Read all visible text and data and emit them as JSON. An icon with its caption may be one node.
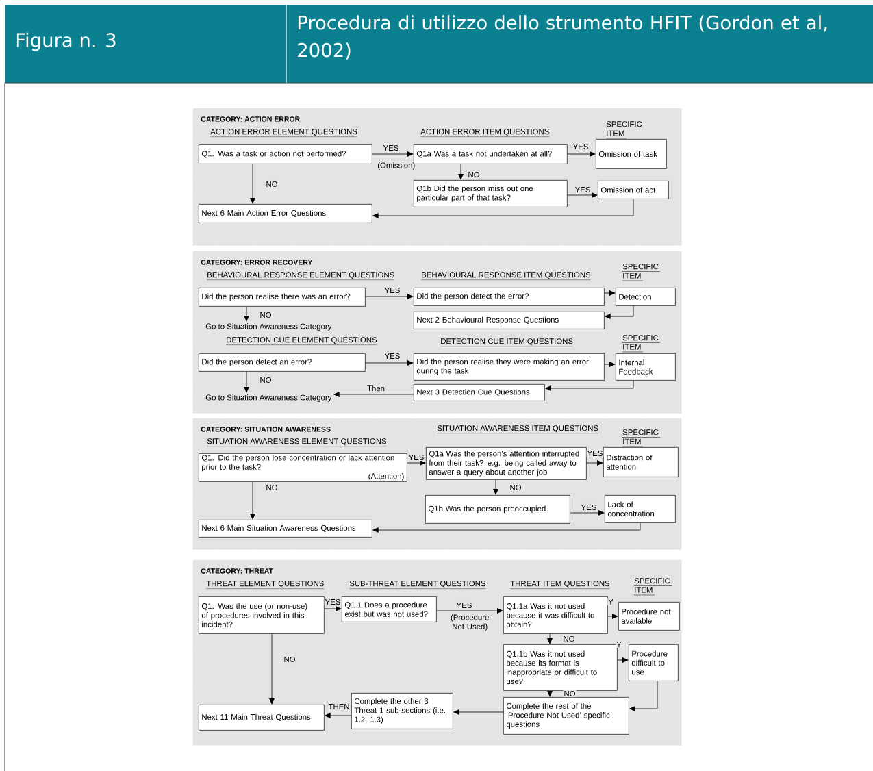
{
  "diagram": {
    "title": "Procedura di utilizzo dello strumento HFIT (Gordon et al, 2002)",
    "nodes": [
      {
        "text": [
          "CATEGORY: ACTION ERROR"
        ]
      },
      {
        "text": [
          "Q1. Was a task or action not performed?"
        ],
        "in": 0
      },
      {
        "text": [
          "Q1a Was a task not undertaken at all?"
        ],
        "in": 0
      },
      {
        "text": [
          "Omission of task"
        ],
        "in": 0
      },
      {
        "text": [
          "Q1b Did the person miss out one particular part of that task?"
        ],
        "in": 0
      },
      {
        "text": [
          "Omission of act"
        ],
        "in": 0
      },
      {
        "text": [
          "Next 6 Main Action Error Questions"
        ],
        "in": 0
      },
      {
        "text": [
          "CATEGORY: ERROR RECOVERY"
        ]
      },
      {
        "text": [
          "Did the person realise there was an error?"
        ],
        "in": 7
      },
      {
        "text": [
          "Did the person detect the error?"
        ],
        "in": 7
      },
      {
        "text": [
          "Detection"
        ],
        "in": 7
      },
      {
        "text": [
          "Next 2 Behavioural Response Questions"
        ],
        "in": 7
      },
      {
        "text": [
          "Go to Situation Awareness Category"
        ],
        "in": 7
      },
      {
        "text": [
          "Did the person detect an error?"
        ],
        "in": 7
      },
      {
        "text": [
          "Did the person realise they were making an error during the task"
        ],
        "in": 7
      },
      {
        "text": [
          "Internal Feedback"
        ],
        "in": 7
      },
      {
        "text": [
          "Next 3 Detection Cue Questions"
        ],
        "in": 7
      },
      {
        "text": [
          "Go to Situation Awareness Category"
        ],
        "in": 7
      },
      {
        "text": [
          "CATEGORY: SITUATION AWARENESS"
        ]
      },
      {
        "text": [
          "Q1. Did the person lose concentration or lack attention prior to the task?",
          "(Attention)"
        ],
        "in": 18
      },
      {
        "text": [
          "Q1a Was the person’s attention interrupted from their task? e.g. being called away to answer a query about another job"
        ],
        "in": 18
      },
      {
        "text": [
          "Distraction of attention"
        ],
        "in": 18
      },
      {
        "text": [
          "Q1b Was the person preoccupied"
        ],
        "in": 18
      },
      {
        "text": [
          "Lack of concentration"
        ],
        "in": 18
      },
      {
        "text": [
          "Next 6 Main Situation Awareness Questions"
        ],
        "in": 18
      },
      {
        "text": [
          "CATEGORY: THREAT"
        ]
      },
      {
        "text": [
          "Q1. Was the use (or non-use) of procedures involved in this incident?"
        ],
        "in": 25
      },
      {
        "text": [
          "Q1.1 Does a procedure exist but was not used?"
        ],
        "in": 25
      },
      {
        "text": [
          "Q1.1a Was it not used because it was difficult to obtain?"
        ],
        "in": 25
      },
      {
        "text": [
          "Procedure not available"
        ],
        "in": 25
      },
      {
        "text": [
          "Q1.1b Was it not used because its format is inappropriate or difficult to use?"
        ],
        "in": 25
      },
      {
        "text": [
          "Procedure difficult to use"
        ],
        "in": 25
      },
      {
        "text": [
          "Complete the rest of the ‘Procedure Not Used’ specific questions"
        ],
        "in": 25
      },
      {
        "text": [
          "Complete the other 3 Threat 1 sub-sections (i.e. 1.2, 1.3)"
        ],
        "in": 25
      },
      {
        "text": [
          "Next 11 Main Threat Questions"
        ],
        "in": 25
      }
    ],
    "edges": [
      {
        "from": 1,
        "to": 2,
        "arrow": "to",
        "label": "YES"
      },
      {
        "from": 2,
        "to": 3,
        "arrow": "to",
        "label": "YES"
      },
      {
        "from": 2,
        "to": 4,
        "arrow": "to",
        "label": "NO"
      },
      {
        "from": 4,
        "to": 5,
        "arrow": "to",
        "label": "YES"
      },
      {
        "from": 5,
        "to": 6,
        "arrow": "to"
      },
      {
        "from": 1,
        "to": 6,
        "arrow": "to",
        "label": "NO"
      },
      {
        "from": 8,
        "to": 9,
        "arrow": "to",
        "label": "YES"
      },
      {
        "from": 9,
        "to": 10,
        "arrow": "to"
      },
      {
        "from": 10,
        "to": 11,
        "arrow": "to"
      },
      {
        "from": 8,
        "to": 12,
        "arrow": "to",
        "label": "NO"
      },
      {
        "from": 13,
        "to": 14,
        "arrow": "to",
        "label": "YES"
      },
      {
        "from": 14,
        "to": 15,
        "arrow": "to"
      },
      {
        "from": 15,
        "to": 16,
        "arrow": "to"
      },
      {
        "from": 16,
        "to": 17,
        "arrow": "to",
        "label": "Then"
      },
      {
        "from": 13,
        "to": 17,
        "arrow": "to",
        "label": "NO"
      },
      {
        "from": 19,
        "to": 20,
        "arrow": "to",
        "label": "YES"
      },
      {
        "from": 20,
        "to": 21,
        "arrow": "to",
        "label": "YES"
      },
      {
        "from": 20,
        "to": 22,
        "arrow": "to",
        "label": "NO"
      },
      {
        "from": 22,
        "to": 23,
        "arrow": "to",
        "label": "YES"
      },
      {
        "from": 23,
        "to": 24,
        "arrow": "to"
      },
      {
        "from": 19,
        "to": 24,
        "arrow": "to",
        "label": "NO"
      },
      {
        "from": 26,
        "to": 27,
        "arrow": "to",
        "label": "YES"
      },
      {
        "from": 27,
        "to": 28,
        "arrow": "to",
        "label": "YES"
      },
      {
        "from": 28,
        "to": 29,
        "arrow": "to",
        "label": "Y"
      },
      {
        "from": 28,
        "to": 30,
        "arrow": "to",
        "label": "NO"
      },
      {
        "from": 30,
        "to": 31,
        "arrow": "to",
        "label": "Y"
      },
      {
        "from": 30,
        "to": 32,
        "arrow": "to",
        "label": "NO"
      },
      {
        "from": 31,
        "to": 32,
        "arrow": "to"
      },
      {
        "from": 32,
        "to": 33,
        "arrow": "to"
      },
      {
        "from": 33,
        "to": 34,
        "arrow": "to",
        "label": "THEN"
      },
      {
        "from": 26,
        "to": 34,
        "arrow": "to",
        "label": "NO"
      }
    ],
    "labels": [
      "Figura n. 3",
      "ACTION ERROR ELEMENT QUESTIONS",
      "ACTION ERROR ITEM QUESTIONS",
      "SPECIFIC ITEM",
      "(Omission)",
      "BEHAVIOURAL RESPONSE ELEMENT QUESTIONS",
      "BEHAVIOURAL RESPONSE ITEM QUESTIONS",
      "SPECIFIC ITEM",
      "DETECTION CUE ELEMENT QUESTIONS",
      "DETECTION CUE ITEM QUESTIONS",
      "SPECIFIC ITEM",
      "SITUATION AWARENESS ITEM QUESTIONS",
      "SPECIFIC ITEM",
      "SITUATION AWARENESS ELEMENT QUESTIONS",
      "THREAT ELEMENT QUESTIONS",
      "SUB-THREAT ELEMENT QUESTIONS",
      "THREAT ITEM QUESTIONS",
      "SPECIFIC ITEM",
      "(Procedure Not Used)"
    ]
  }
}
